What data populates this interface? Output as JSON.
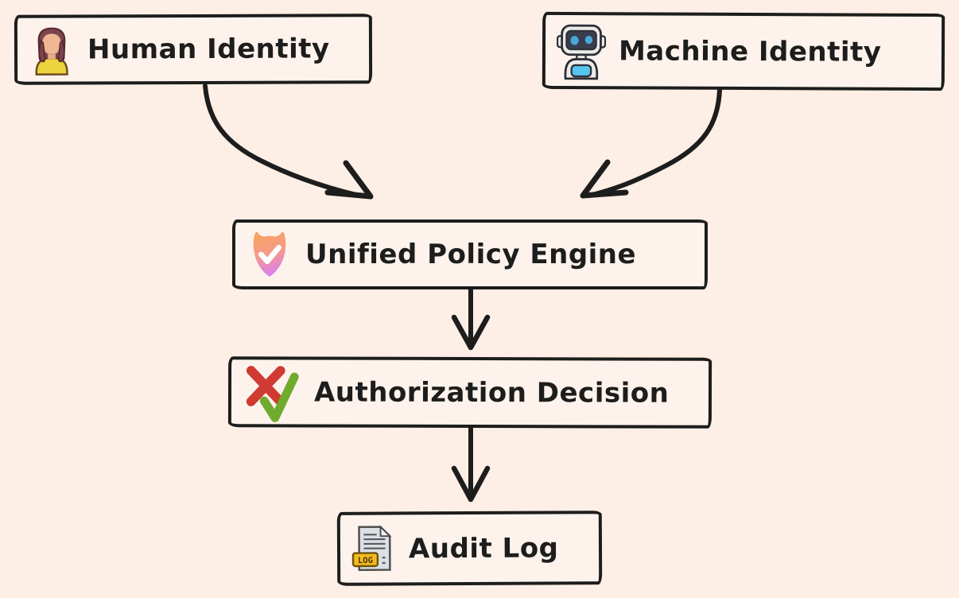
{
  "nodes": {
    "human": {
      "label": "Human Identity",
      "icon": "woman-icon"
    },
    "machine": {
      "label": "Machine Identity",
      "icon": "robot-icon"
    },
    "engine": {
      "label": "Unified Policy Engine",
      "icon": "verified-badge-icon"
    },
    "decision": {
      "label": "Authorization Decision",
      "icon": "cross-and-check-icon"
    },
    "audit": {
      "label": "Audit Log",
      "icon": "log-document-icon"
    }
  },
  "edges": [
    {
      "from": "human",
      "to": "engine"
    },
    {
      "from": "machine",
      "to": "engine"
    },
    {
      "from": "engine",
      "to": "decision"
    },
    {
      "from": "decision",
      "to": "audit"
    }
  ],
  "icon_text": {
    "log_tag": "LOG"
  },
  "colors": {
    "background": "#fdefe5",
    "node_fill": "#fdf3ec",
    "stroke": "#1d1d1d",
    "badge_gradient_top": "#f7a55e",
    "badge_gradient_bottom": "#d87df8",
    "cross_red": "#cf3a33",
    "check_green": "#70ab2d",
    "log_tag_yellow": "#f5ba1f",
    "robot_blue": "#57c4ee",
    "shirt_yellow": "#ecd33f",
    "hair_maroon": "#7a434d"
  }
}
